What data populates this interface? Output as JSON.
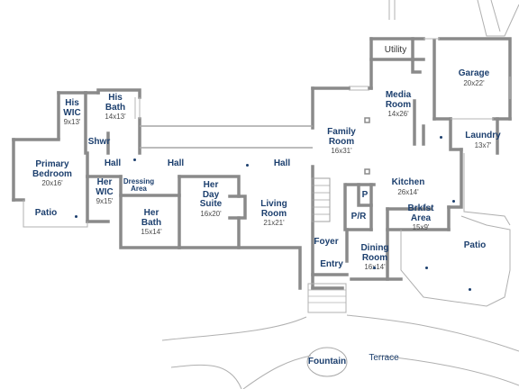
{
  "rooms": [
    {
      "id": "utility",
      "name": "Utility",
      "dims": ""
    },
    {
      "id": "garage",
      "name": "Garage",
      "dims": "20x22'"
    },
    {
      "id": "media-room",
      "name": "Media\nRoom",
      "dims": "14x26'"
    },
    {
      "id": "his-wic",
      "name": "His\nWIC",
      "dims": "9x13'"
    },
    {
      "id": "his-bath",
      "name": "His\nBath",
      "dims": "14x13'"
    },
    {
      "id": "family-room",
      "name": "Family\nRoom",
      "dims": "16x31'"
    },
    {
      "id": "laundry",
      "name": "Laundry",
      "dims": "13x7'"
    },
    {
      "id": "shwr",
      "name": "Shwr",
      "dims": ""
    },
    {
      "id": "hall-1",
      "name": "Hall",
      "dims": ""
    },
    {
      "id": "hall-2",
      "name": "Hall",
      "dims": ""
    },
    {
      "id": "hall-3",
      "name": "Hall",
      "dims": ""
    },
    {
      "id": "primary-bedroom",
      "name": "Primary\nBedroom",
      "dims": "20x16'"
    },
    {
      "id": "her-wic",
      "name": "Her\nWIC",
      "dims": "9x15'"
    },
    {
      "id": "dressing-area",
      "name": "Dressing\nArea",
      "dims": ""
    },
    {
      "id": "her-day-suite",
      "name": "Her\nDay\nSuite",
      "dims": "16x20'"
    },
    {
      "id": "living-room",
      "name": "Living\nRoom",
      "dims": "21x21'"
    },
    {
      "id": "kitchen",
      "name": "Kitchen",
      "dims": "26x14'"
    },
    {
      "id": "pantry",
      "name": "P",
      "dims": ""
    },
    {
      "id": "pantry-refrigerator",
      "name": "P/R",
      "dims": ""
    },
    {
      "id": "breakfast-area",
      "name": "Brkfst\nArea",
      "dims": "15x9'"
    },
    {
      "id": "patio-left",
      "name": "Patio",
      "dims": ""
    },
    {
      "id": "her-bath",
      "name": "Her\nBath",
      "dims": "15x14'"
    },
    {
      "id": "foyer",
      "name": "Foyer",
      "dims": ""
    },
    {
      "id": "dining-room",
      "name": "Dining\nRoom",
      "dims": "16x14'"
    },
    {
      "id": "patio-right",
      "name": "Patio",
      "dims": ""
    },
    {
      "id": "entry",
      "name": "Entry",
      "dims": ""
    },
    {
      "id": "fountain",
      "name": "Fountain",
      "dims": ""
    },
    {
      "id": "terrace",
      "name": "Terrace",
      "dims": ""
    }
  ]
}
